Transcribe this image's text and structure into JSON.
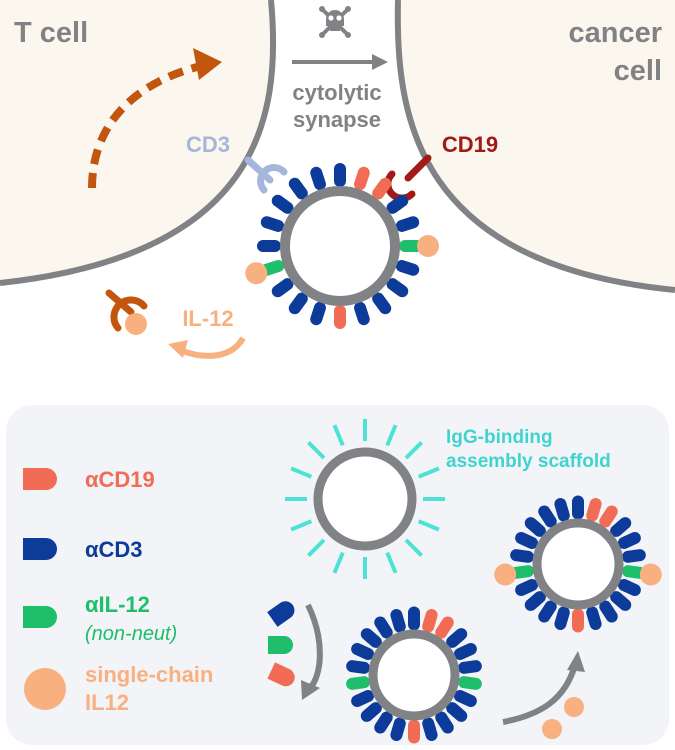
{
  "labels": {
    "t_cell": "T cell",
    "cancer_line1": "cancer",
    "cancer_line2": "cell",
    "synapse_line1": "cytolytic",
    "synapse_line2": "synapse",
    "cd3": "CD3",
    "cd19": "CD19",
    "il12": "IL-12"
  },
  "scaffold_label": {
    "line1": "IgG-binding",
    "line2": "assembly scaffold"
  },
  "legend": {
    "acd19": "αCD19",
    "acd3": "αCD3",
    "ail12": "αIL-12",
    "ail12_note": "(non-neut)",
    "sc_line1": "single-chain",
    "sc_line2": "IL12"
  },
  "colors": {
    "cell_fill": "#fbf7ee",
    "outline": "#808285",
    "anti_cd19": "#f26b55",
    "anti_cd3": "#0c3b99",
    "anti_il12": "#1ebe6b",
    "il12": "#f9b080",
    "cd3_receptor": "#a4b6db",
    "cd19_receptor": "#a11a16",
    "il12_receptor": "#c2560e",
    "scaffold_spikes": "#4de2d6",
    "scaffold_text": "#3fd4cf",
    "panel_bg": "#f2f4f8"
  },
  "icons": [
    "skull-crossbones-icon"
  ]
}
